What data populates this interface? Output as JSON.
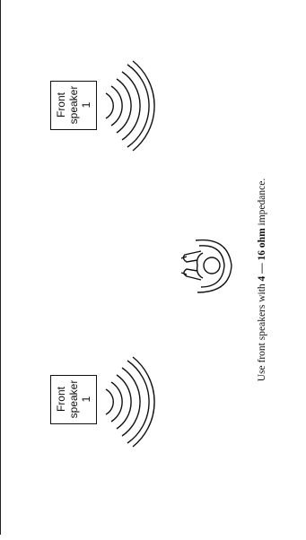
{
  "speakers": [
    {
      "id": "upper",
      "line1": "Front",
      "line2": "speaker",
      "line3": "1"
    },
    {
      "id": "lower",
      "line1": "Front",
      "line2": "speaker",
      "line3": "1"
    }
  ],
  "caption": {
    "prefix": "Use front speakers with",
    "bold": "4 — 16 ohm",
    "suffix": "impedance."
  },
  "icons": {
    "listener": "seated-listener-icon",
    "waves": "sound-waves-icon"
  },
  "colors": {
    "ink": "#111111",
    "background": "#ffffff"
  }
}
